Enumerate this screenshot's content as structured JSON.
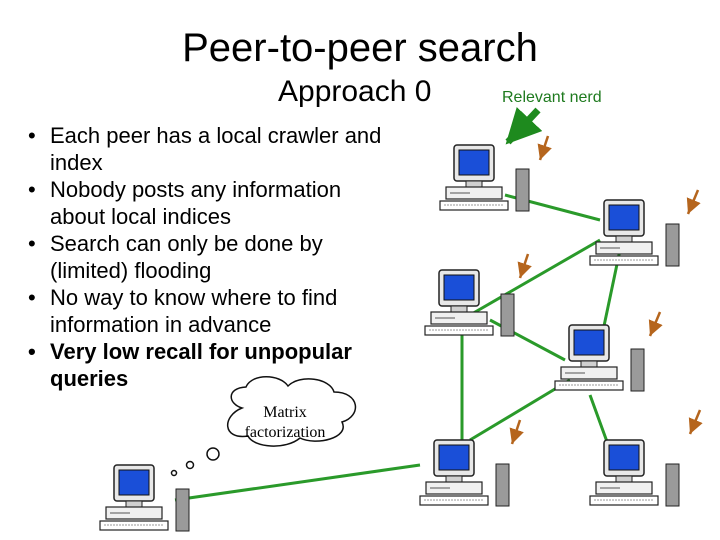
{
  "slide": {
    "title": "Peer-to-peer search",
    "subtitle": "Approach 0",
    "relevant_label": "Relevant nerd",
    "thought_bubble": "Matrix factorization"
  },
  "bullets": [
    {
      "text": "Each peer has a local crawler and index",
      "bold": false
    },
    {
      "text": "Nobody posts any information about local indices",
      "bold": false
    },
    {
      "text": "Search can only be done by (limited) flooding",
      "bold": false
    },
    {
      "text": "No way to know where to find information in advance",
      "bold": false
    },
    {
      "text": "Very low recall for unpopular queries",
      "bold": true
    }
  ],
  "colors": {
    "link_green": "#2a9a2a",
    "flood_arrow": "#b5651d",
    "nerd_arrow": "#1e8a1e",
    "screen_blue": "#1a4fd8",
    "tower_gray": "#9a9a9a"
  },
  "icons": {
    "peer": "desktop-computer-icon",
    "query_arrow": "arrow-icon",
    "thought": "thought-bubble-icon"
  }
}
